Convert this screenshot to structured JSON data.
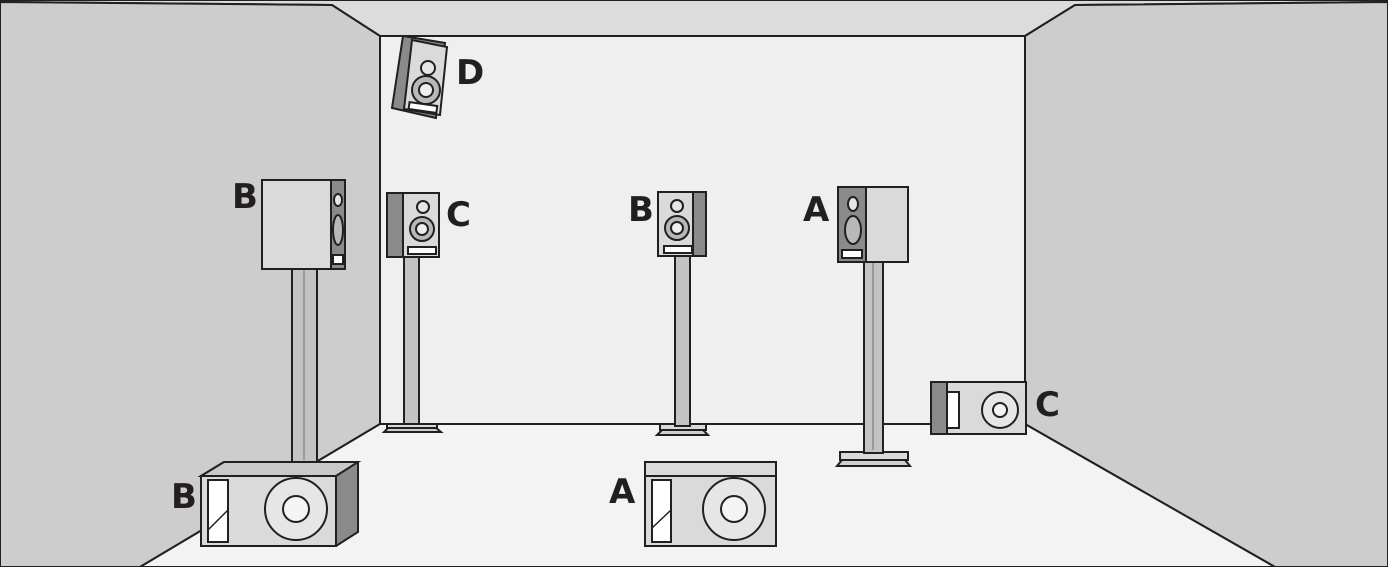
{
  "colors": {
    "wall_side": "#cdcdcd",
    "wall_back": "#eeefee",
    "ceiling": "#dcdcdc",
    "floor": "#f2f3f2",
    "outline": "#231f20",
    "cabinet_light": "#dadada",
    "cabinet_dark": "#8a8a8a",
    "stand": "#c3c3c3"
  },
  "speakers": [
    {
      "id": "D-wall-mounted",
      "label": "D",
      "kind": "wall-mounted monitor"
    },
    {
      "id": "B-left-stand",
      "label": "B",
      "kind": "monitor on stand"
    },
    {
      "id": "C-back-wall-stand",
      "label": "C",
      "kind": "monitor on stand"
    },
    {
      "id": "B-center-stand",
      "label": "B",
      "kind": "monitor on stand"
    },
    {
      "id": "A-right-stand",
      "label": "A",
      "kind": "monitor on stand"
    },
    {
      "id": "C-corner-subwoofer",
      "label": "C",
      "kind": "subwoofer"
    },
    {
      "id": "B-left-subwoofer",
      "label": "B",
      "kind": "subwoofer"
    },
    {
      "id": "A-center-subwoofer",
      "label": "A",
      "kind": "subwoofer"
    }
  ]
}
